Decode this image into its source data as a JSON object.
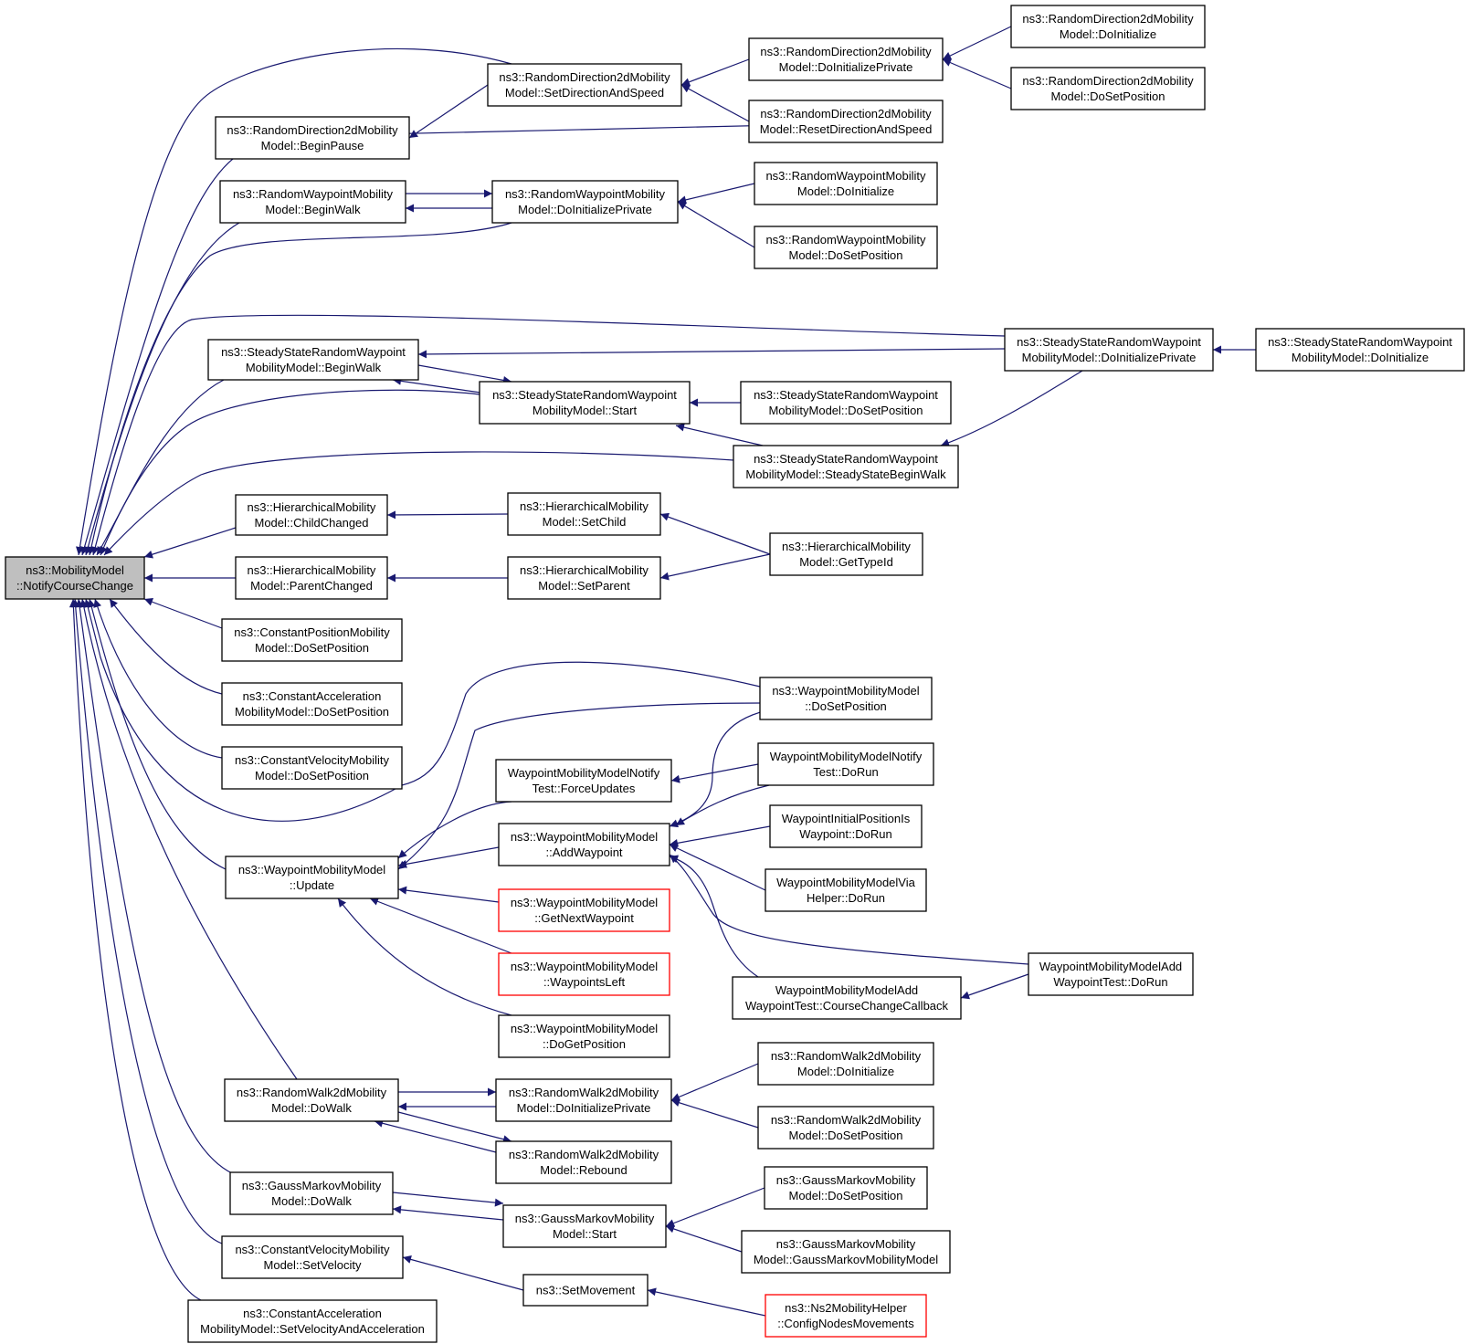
{
  "colors": {
    "edge": "#191970",
    "root_fill": "#bfbfbf",
    "red_border": "#ff0000",
    "border": "#000000"
  },
  "nodes": [
    {
      "id": "root",
      "lines": [
        "ns3::MobilityModel",
        "::NotifyCourseChange"
      ],
      "style": "root"
    },
    {
      "id": "rd_bp",
      "lines": [
        "ns3::RandomDirection2dMobility",
        "Model::BeginPause"
      ]
    },
    {
      "id": "rd_sds",
      "lines": [
        "ns3::RandomDirection2dMobility",
        "Model::SetDirectionAndSpeed"
      ]
    },
    {
      "id": "rd_dip",
      "lines": [
        "ns3::RandomDirection2dMobility",
        "Model::DoInitializePrivate"
      ]
    },
    {
      "id": "rd_rds",
      "lines": [
        "ns3::RandomDirection2dMobility",
        "Model::ResetDirectionAndSpeed"
      ]
    },
    {
      "id": "rd_di",
      "lines": [
        "ns3::RandomDirection2dMobility",
        "Model::DoInitialize"
      ]
    },
    {
      "id": "rd_dsp",
      "lines": [
        "ns3::RandomDirection2dMobility",
        "Model::DoSetPosition"
      ]
    },
    {
      "id": "rw_bw",
      "lines": [
        "ns3::RandomWaypointMobility",
        "Model::BeginWalk"
      ]
    },
    {
      "id": "rw_dip",
      "lines": [
        "ns3::RandomWaypointMobility",
        "Model::DoInitializePrivate"
      ]
    },
    {
      "id": "rw_di",
      "lines": [
        "ns3::RandomWaypointMobility",
        "Model::DoInitialize"
      ]
    },
    {
      "id": "rw_dsp",
      "lines": [
        "ns3::RandomWaypointMobility",
        "Model::DoSetPosition"
      ]
    },
    {
      "id": "ss_bw",
      "lines": [
        "ns3::SteadyStateRandomWaypoint",
        "MobilityModel::BeginWalk"
      ]
    },
    {
      "id": "ss_start",
      "lines": [
        "ns3::SteadyStateRandomWaypoint",
        "MobilityModel::Start"
      ]
    },
    {
      "id": "ss_dip",
      "lines": [
        "ns3::SteadyStateRandomWaypoint",
        "MobilityModel::DoInitializePrivate"
      ]
    },
    {
      "id": "ss_di",
      "lines": [
        "ns3::SteadyStateRandomWaypoint",
        "MobilityModel::DoInitialize"
      ]
    },
    {
      "id": "ss_dsp",
      "lines": [
        "ns3::SteadyStateRandomWaypoint",
        "MobilityModel::DoSetPosition"
      ]
    },
    {
      "id": "ss_ssbw",
      "lines": [
        "ns3::SteadyStateRandomWaypoint",
        "MobilityModel::SteadyStateBeginWalk"
      ]
    },
    {
      "id": "h_cc",
      "lines": [
        "ns3::HierarchicalMobility",
        "Model::ChildChanged"
      ]
    },
    {
      "id": "h_sc",
      "lines": [
        "ns3::HierarchicalMobility",
        "Model::SetChild"
      ]
    },
    {
      "id": "h_pc",
      "lines": [
        "ns3::HierarchicalMobility",
        "Model::ParentChanged"
      ]
    },
    {
      "id": "h_sp",
      "lines": [
        "ns3::HierarchicalMobility",
        "Model::SetParent"
      ]
    },
    {
      "id": "h_gti",
      "lines": [
        "ns3::HierarchicalMobility",
        "Model::GetTypeId"
      ]
    },
    {
      "id": "cp_dsp",
      "lines": [
        "ns3::ConstantPositionMobility",
        "Model::DoSetPosition"
      ]
    },
    {
      "id": "ca_dsp",
      "lines": [
        "ns3::ConstantAcceleration",
        "MobilityModel::DoSetPosition"
      ]
    },
    {
      "id": "cv_dsp",
      "lines": [
        "ns3::ConstantVelocityMobility",
        "Model::DoSetPosition"
      ]
    },
    {
      "id": "wp_dsp",
      "lines": [
        "ns3::WaypointMobilityModel",
        "::DoSetPosition"
      ]
    },
    {
      "id": "wpn_fu",
      "lines": [
        "WaypointMobilityModelNotify",
        "Test::ForceUpdates"
      ]
    },
    {
      "id": "wpn_dr",
      "lines": [
        "WaypointMobilityModelNotify",
        "Test::DoRun"
      ]
    },
    {
      "id": "wp_aw",
      "lines": [
        "ns3::WaypointMobilityModel",
        "::AddWaypoint"
      ]
    },
    {
      "id": "wip_dr",
      "lines": [
        "WaypointInitialPositionIs",
        "Waypoint::DoRun"
      ]
    },
    {
      "id": "wp_upd",
      "lines": [
        "ns3::WaypointMobilityModel",
        "::Update"
      ]
    },
    {
      "id": "wp_gnw",
      "lines": [
        "ns3::WaypointMobilityModel",
        "::GetNextWaypoint"
      ],
      "style": "red"
    },
    {
      "id": "wpv_dr",
      "lines": [
        "WaypointMobilityModelVia",
        "Helper::DoRun"
      ]
    },
    {
      "id": "wp_wl",
      "lines": [
        "ns3::WaypointMobilityModel",
        "::WaypointsLeft"
      ],
      "style": "red"
    },
    {
      "id": "wpa_ccc",
      "lines": [
        "WaypointMobilityModelAdd",
        "WaypointTest::CourseChangeCallback"
      ]
    },
    {
      "id": "wpa_dr",
      "lines": [
        "WaypointMobilityModelAdd",
        "WaypointTest::DoRun"
      ]
    },
    {
      "id": "wp_dgp",
      "lines": [
        "ns3::WaypointMobilityModel",
        "::DoGetPosition"
      ]
    },
    {
      "id": "r2_dw",
      "lines": [
        "ns3::RandomWalk2dMobility",
        "Model::DoWalk"
      ]
    },
    {
      "id": "r2_dip",
      "lines": [
        "ns3::RandomWalk2dMobility",
        "Model::DoInitializePrivate"
      ]
    },
    {
      "id": "r2_di",
      "lines": [
        "ns3::RandomWalk2dMobility",
        "Model::DoInitialize"
      ]
    },
    {
      "id": "r2_dsp",
      "lines": [
        "ns3::RandomWalk2dMobility",
        "Model::DoSetPosition"
      ]
    },
    {
      "id": "r2_reb",
      "lines": [
        "ns3::RandomWalk2dMobility",
        "Model::Rebound"
      ]
    },
    {
      "id": "gm_dw",
      "lines": [
        "ns3::GaussMarkovMobility",
        "Model::DoWalk"
      ]
    },
    {
      "id": "gm_dsp",
      "lines": [
        "ns3::GaussMarkovMobility",
        "Model::DoSetPosition"
      ]
    },
    {
      "id": "gm_start",
      "lines": [
        "ns3::GaussMarkovMobility",
        "Model::Start"
      ]
    },
    {
      "id": "gm_gmm",
      "lines": [
        "ns3::GaussMarkovMobility",
        "Model::GaussMarkovMobilityModel"
      ]
    },
    {
      "id": "cv_sv",
      "lines": [
        "ns3::ConstantVelocityMobility",
        "Model::SetVelocity"
      ]
    },
    {
      "id": "setmov",
      "lines": [
        "ns3::SetMovement"
      ]
    },
    {
      "id": "ca_sva",
      "lines": [
        "ns3::ConstantAcceleration",
        "MobilityModel::SetVelocityAndAcceleration"
      ]
    },
    {
      "id": "ns2_cnm",
      "lines": [
        "ns3::Ns2MobilityHelper",
        "::ConfigNodesMovements"
      ],
      "style": "red"
    }
  ]
}
